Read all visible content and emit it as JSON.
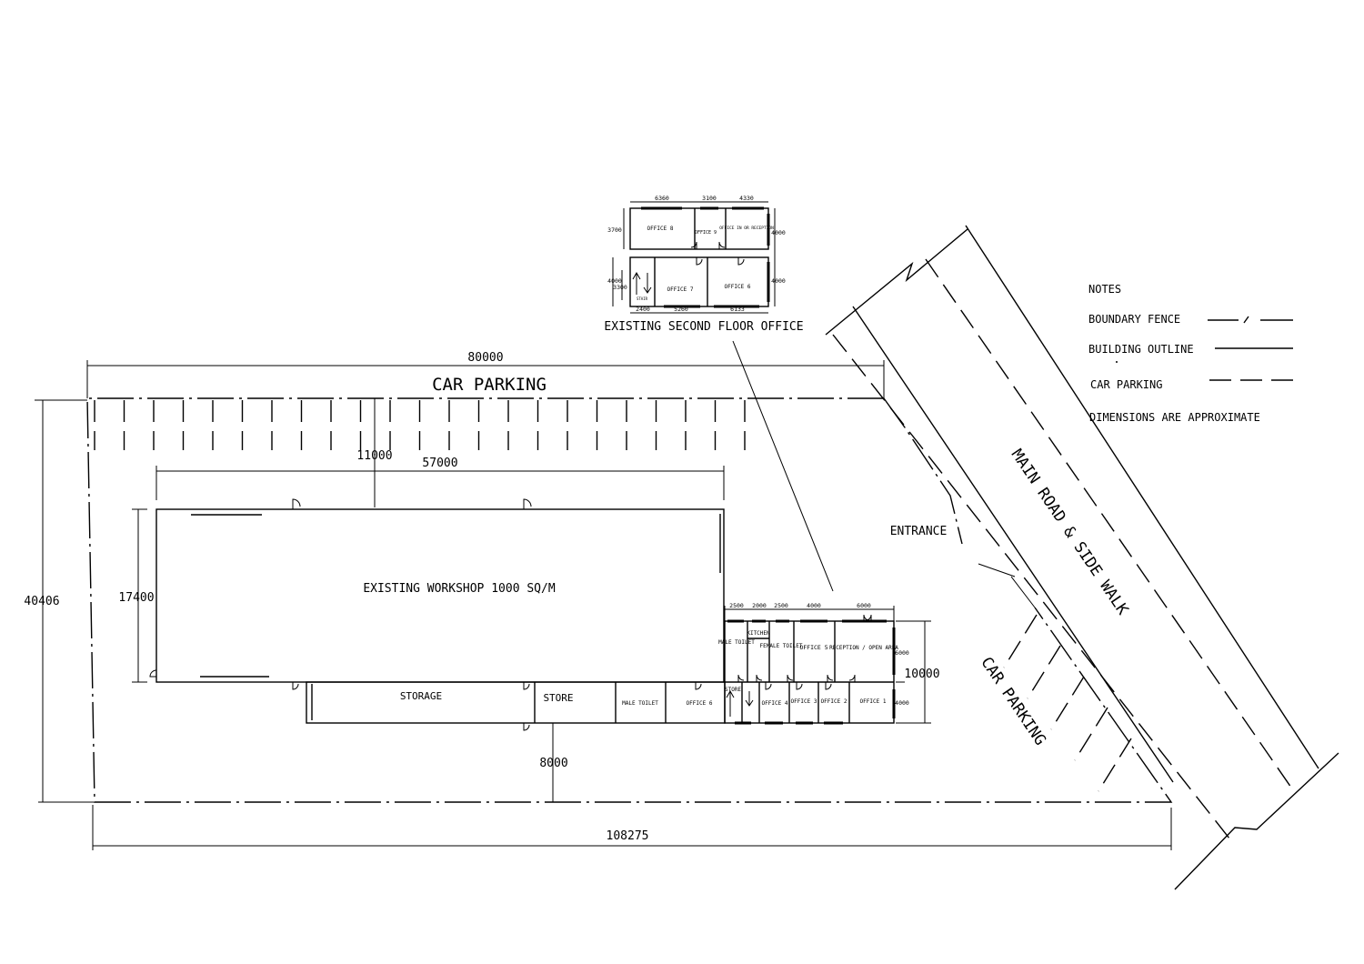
{
  "site": {
    "top_width": "80000",
    "car_parking_top": "CAR PARKING",
    "setback_top": "11000",
    "workshop_width": "57000",
    "workshop_depth": "17400",
    "workshop_label": "EXISTING WORKSHOP 1000 SQ/M",
    "overall_depth": "40406",
    "setback_bottom": "8000",
    "bottom_width": "108275",
    "entrance": "ENTRANCE",
    "main_road": "MAIN ROAD & SIDE WALK",
    "car_parking_side": "CAR PARKING"
  },
  "ground_floor": {
    "storage": "STORAGE",
    "store": "STORE",
    "male_toilet_a": "MALE TOILET",
    "office_6": "OFFICE 6",
    "store_small": "STORE",
    "office_4": "OFFICE 4",
    "office_3": "OFFICE 3",
    "office_2": "OFFICE 2",
    "office_1": "OFFICE 1",
    "male_toilet_b": "MALE TOILET",
    "kitchen": "KITCHEN",
    "female_toilet": "FEMALE TOILET",
    "office_5": "OFFICE 5",
    "reception": "RECEPTION / OPEN AREA",
    "dims_top": [
      "2500",
      "2000",
      "2500",
      "4000",
      "6000"
    ],
    "dim_right_top": "6000",
    "dim_right_bottom": "4000",
    "dim_overall": "10000"
  },
  "second_floor": {
    "title": "EXISTING SECOND FLOOR OFFICE",
    "office_8": "OFFICE 8",
    "office_9": "OFFICE 9",
    "office_reception": "OFFICE IN OR RECEPTION",
    "office_7": "OFFICE 7",
    "office_6": "OFFICE 6",
    "stair": "STAIR",
    "dims_top": [
      "6360",
      "3100",
      "4330"
    ],
    "dims_bottom": [
      "2400",
      "5260",
      "6133"
    ],
    "dim_left_top": "3700",
    "dim_left_bottom_a": "4000",
    "dim_left_bottom_b": "3300",
    "dim_right_top": "4000",
    "dim_right_bottom": "4000"
  },
  "notes": {
    "heading": "NOTES",
    "boundary_fence": "BOUNDARY FENCE",
    "building_outline": "BUILDING OUTLINE",
    "car_parking": "CAR PARKING",
    "dimensions": "DIMENSIONS ARE APPROXIMATE"
  }
}
